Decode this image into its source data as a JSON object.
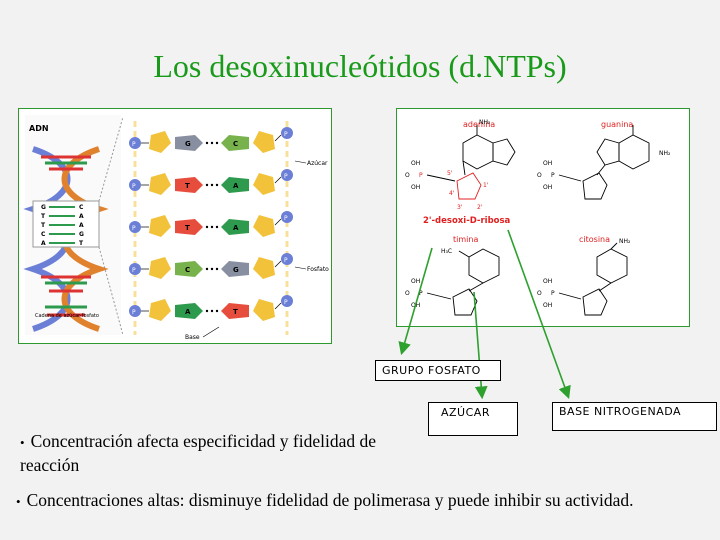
{
  "title": "Los desoxinucleótidos (d.NTPs)",
  "dna_figure": {
    "header": "ADN",
    "sugar_label": "Azúcar",
    "phosphate_label": "Fosfato",
    "base_label": "Base",
    "caption": "Cadena de azúcar-fosfato",
    "phosphate_letter": "P",
    "pairs": [
      [
        "G",
        "C"
      ],
      [
        "T",
        "A"
      ],
      [
        "T",
        "A"
      ],
      [
        "C",
        "G"
      ],
      [
        "A",
        "T"
      ]
    ],
    "ladder_letters": [
      "G",
      "C",
      "T",
      "A",
      "T",
      "A",
      "C",
      "G",
      "A",
      "T"
    ],
    "colors": {
      "sugar": "#f2c23a",
      "phosphate": "#6b7fd6",
      "A": "#2e9a4e",
      "T": "#e74d3c",
      "G": "#888fa0",
      "C": "#77b24c"
    }
  },
  "nucleotide_figure": {
    "adenina": "adenina",
    "guanina": "guanina",
    "ribosa": "2'-desoxi-D-ribosa",
    "timina": "timina",
    "citosina": "citosina",
    "nh2": "NH₂",
    "oh": "OH",
    "ch3": "H₃C",
    "o": "O",
    "p": "P",
    "primes": [
      "5'",
      "4'",
      "3'",
      "2'",
      "1'"
    ],
    "colors": {
      "label": "#e02020",
      "fill": "#e02020"
    }
  },
  "labels": {
    "fosfato": "GRUPO FOSFATO",
    "azucar": "AZÚCAR",
    "base": "BASE NITROGENADA"
  },
  "bullets": [
    "Concentración afecta especificidad y fidelidad de reacción",
    "Concentraciones altas: disminuye fidelidad de polimerasa y puede inhibir su actividad."
  ],
  "arrow_color": "#2ea02e"
}
